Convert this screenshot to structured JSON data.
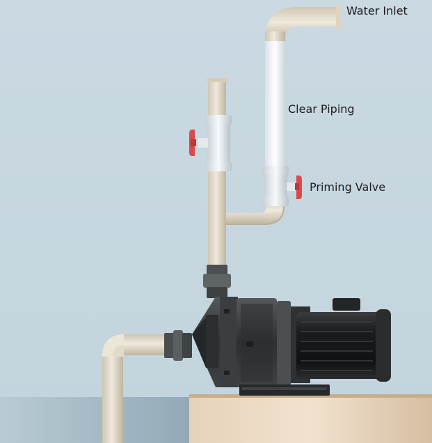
{
  "labels": {
    "water_inlet": "Water Inlet",
    "clear_piping": "Clear Piping",
    "priming_valve": "Priming Valve"
  },
  "colors": {
    "background": "#c9d9e2",
    "pipe": "#e3dccb",
    "pipe_shade": "#c5bba6",
    "clear_pipe": "#f3f6f8",
    "valve_handle": "#d94b4b",
    "water": "#9fb6c2",
    "ground": "#d8c2a6",
    "pump_body": "#3a3d3f",
    "motor": "#1d1f21"
  },
  "icons": [
    "valve-handle-icon",
    "pump-icon",
    "motor-icon"
  ]
}
